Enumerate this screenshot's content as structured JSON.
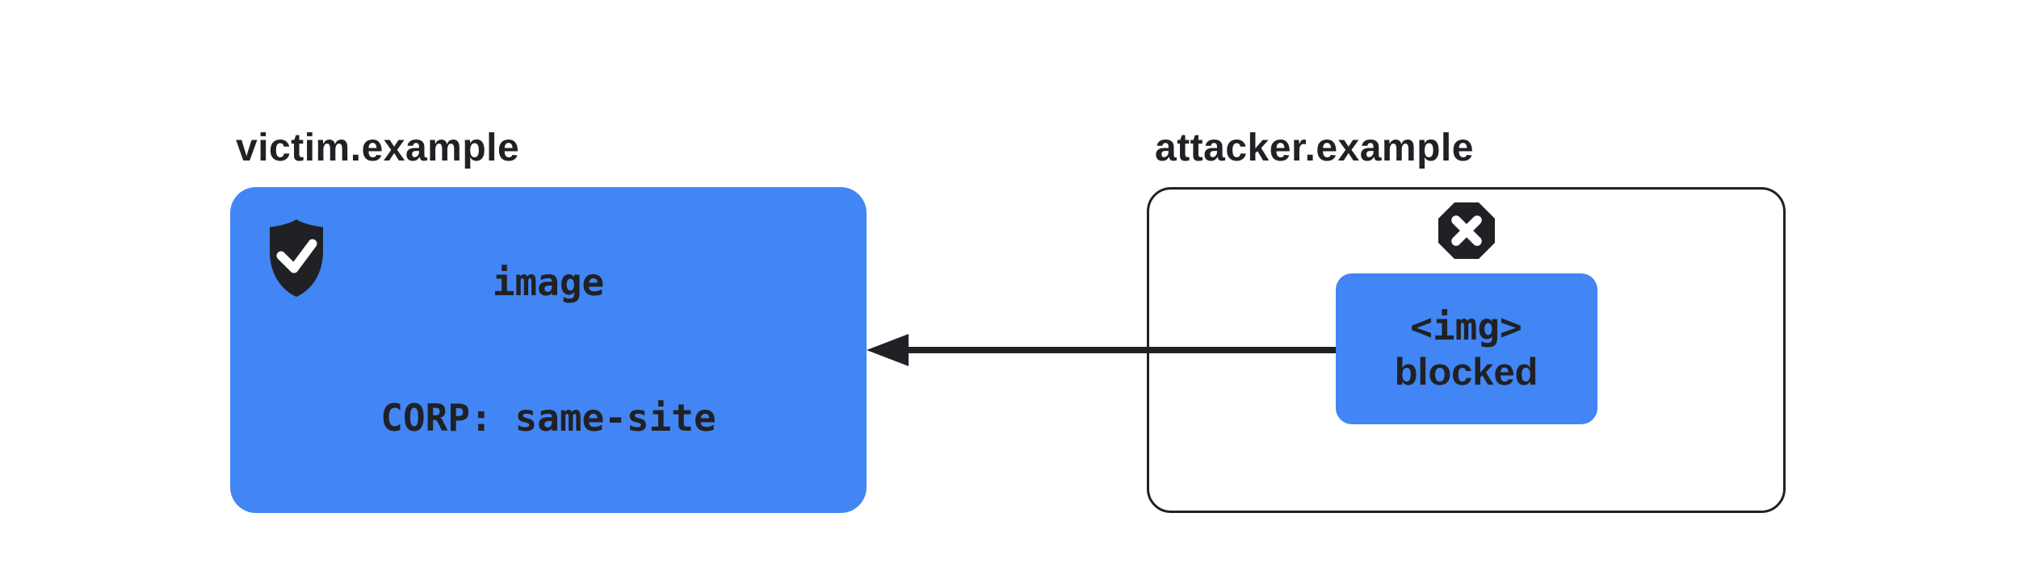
{
  "victim": {
    "domain": "victim.example",
    "panel_lines": [
      "image",
      "CORP: same-site"
    ],
    "icon": "shield-check",
    "meaning": "resource protected by Cross-Origin-Resource-Policy same-site"
  },
  "attacker": {
    "domain": "attacker.example",
    "blocked_lines": [
      "<img>",
      "blocked"
    ],
    "icon": "blocked-cross-octagon",
    "meaning": "cross-origin img request blocked"
  },
  "arrow": {
    "direction": "right-to-left",
    "from": "attacker.example <img> element",
    "to": "victim.example image resource"
  },
  "colors": {
    "accent_blue": "#4285F4",
    "ink": "#202124",
    "background": "#ffffff"
  }
}
